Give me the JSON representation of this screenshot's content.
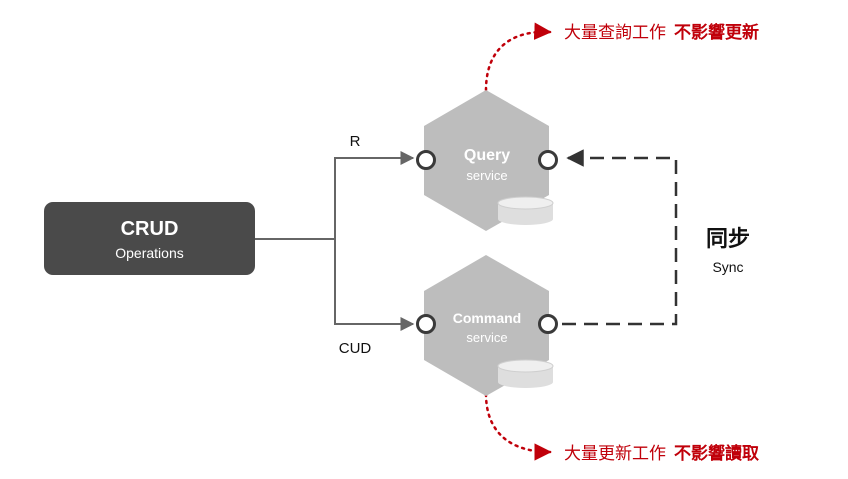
{
  "crud_box": {
    "title": "CRUD",
    "subtitle": "Operations"
  },
  "edges": {
    "read_label": "R",
    "write_label": "CUD"
  },
  "query_service": {
    "title": "Query",
    "subtitle": "service"
  },
  "command_service": {
    "title": "Command",
    "subtitle": "service"
  },
  "sync": {
    "title": "同步",
    "subtitle": "Sync"
  },
  "notes": {
    "top_prefix": "大量查詢工作",
    "top_emphasis": "不影響更新",
    "bottom_prefix": "大量更新工作",
    "bottom_emphasis": "不影響讀取"
  },
  "colors": {
    "crud_fill": "#4a4a4a",
    "hex_fill": "#bdbdbd",
    "db_fill": "#dedede",
    "line": "#666666",
    "sync_line": "#333333",
    "accent_red": "#c0000a"
  }
}
